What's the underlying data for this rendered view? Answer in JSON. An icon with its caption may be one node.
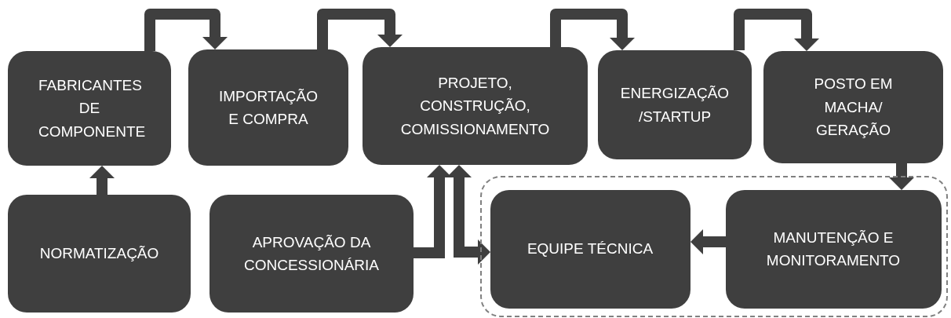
{
  "diagram": {
    "nodes": [
      {
        "text": [
          "FABRICANTES DE COMPONENTE"
        ]
      },
      {
        "text": [
          "IMPORTAÇÃO E COMPRA"
        ]
      },
      {
        "text": [
          "PROJETO, CONSTRUÇÃO, COMISSIONAMENTO"
        ]
      },
      {
        "text": [
          "ENERGIZAÇÃO /STARTUP"
        ]
      },
      {
        "text": [
          "POSTO EM MACHA/ GERAÇÃO"
        ]
      },
      {
        "text": [
          "NORMATIZAÇÃO"
        ]
      },
      {
        "text": [
          "APROVAÇÃO DA CONCESSIONÁRIA"
        ]
      },
      {
        "text": [],
        "shape": "box"
      },
      {
        "text": [
          "EQUIPE TÉCNICA"
        ],
        "in": 7
      },
      {
        "text": [
          "MANUTENÇÃO E MONITORAMENTO"
        ],
        "in": 7
      }
    ],
    "edges": [
      {
        "from": 0,
        "to": 1,
        "arrow": "to"
      },
      {
        "from": 1,
        "to": 2,
        "arrow": "to"
      },
      {
        "from": 2,
        "to": 3,
        "arrow": "to"
      },
      {
        "from": 3,
        "to": 4,
        "arrow": "to"
      },
      {
        "from": 5,
        "to": 0,
        "arrow": "to"
      },
      {
        "from": 6,
        "to": 2,
        "arrow": "to"
      },
      {
        "from": 2,
        "to": 8,
        "arrow": "both"
      },
      {
        "from": 4,
        "to": 9,
        "arrow": "to"
      },
      {
        "from": 9,
        "to": 8,
        "arrow": "to"
      }
    ]
  }
}
